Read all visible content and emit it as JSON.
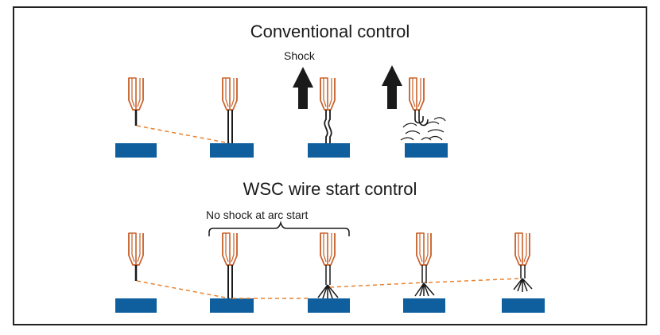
{
  "top_section": {
    "title": "Conventional control",
    "shock_label": "Shock"
  },
  "bottom_section": {
    "title": "WSC wire start control",
    "bracket_label": "No shock at arc start"
  },
  "colors": {
    "torch_outline": "#c8622b",
    "plate": "#0f5f9e",
    "dashed_path": "#e8822f",
    "wire": "#1a1a1a",
    "arrow": "#1a1a1a",
    "frame": "#222222"
  },
  "icons": [
    "torch-icon",
    "wire-icon",
    "workpiece-plate-icon",
    "up-arrow-icon",
    "spatter-icon"
  ]
}
